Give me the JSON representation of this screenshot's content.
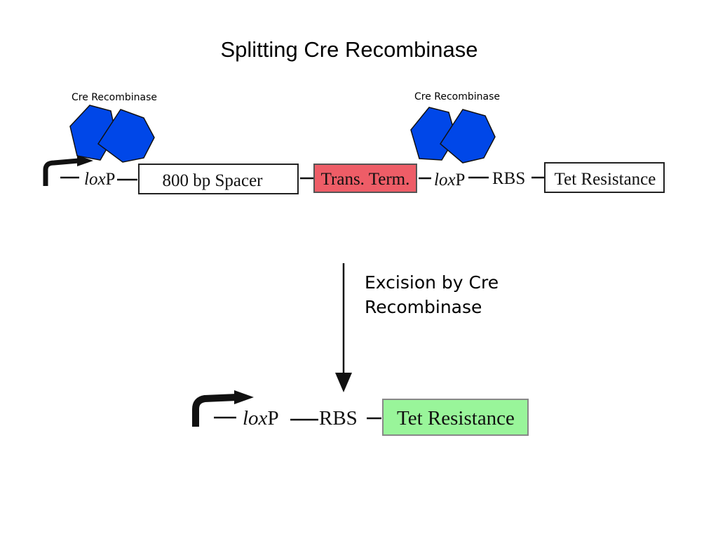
{
  "title": "Splitting Cre Recombinase",
  "colors": {
    "cre": "#0047e8",
    "terminator": "#ee5d67",
    "tet_active": "#99f59a",
    "tet_active_text": "#157a15",
    "black": "#111111"
  },
  "top_construct": {
    "cre_left_label": "Cre Recombinase",
    "cre_right_label": "Cre Recombinase",
    "loxp1_italic": "lox",
    "loxp1_rest": "P",
    "spacer": "800 bp Spacer",
    "terminator": "Trans. Term.",
    "loxp2_italic": "lox",
    "loxp2_rest": "P",
    "rbs": "RBS",
    "tet": "Tet Resistance"
  },
  "arrow_label_line1": "Excision by Cre",
  "arrow_label_line2": "Recombinase",
  "bottom_construct": {
    "loxp_italic": "lox",
    "loxp_rest": "P",
    "rbs": "RBS",
    "tet": "Tet Resistance"
  }
}
